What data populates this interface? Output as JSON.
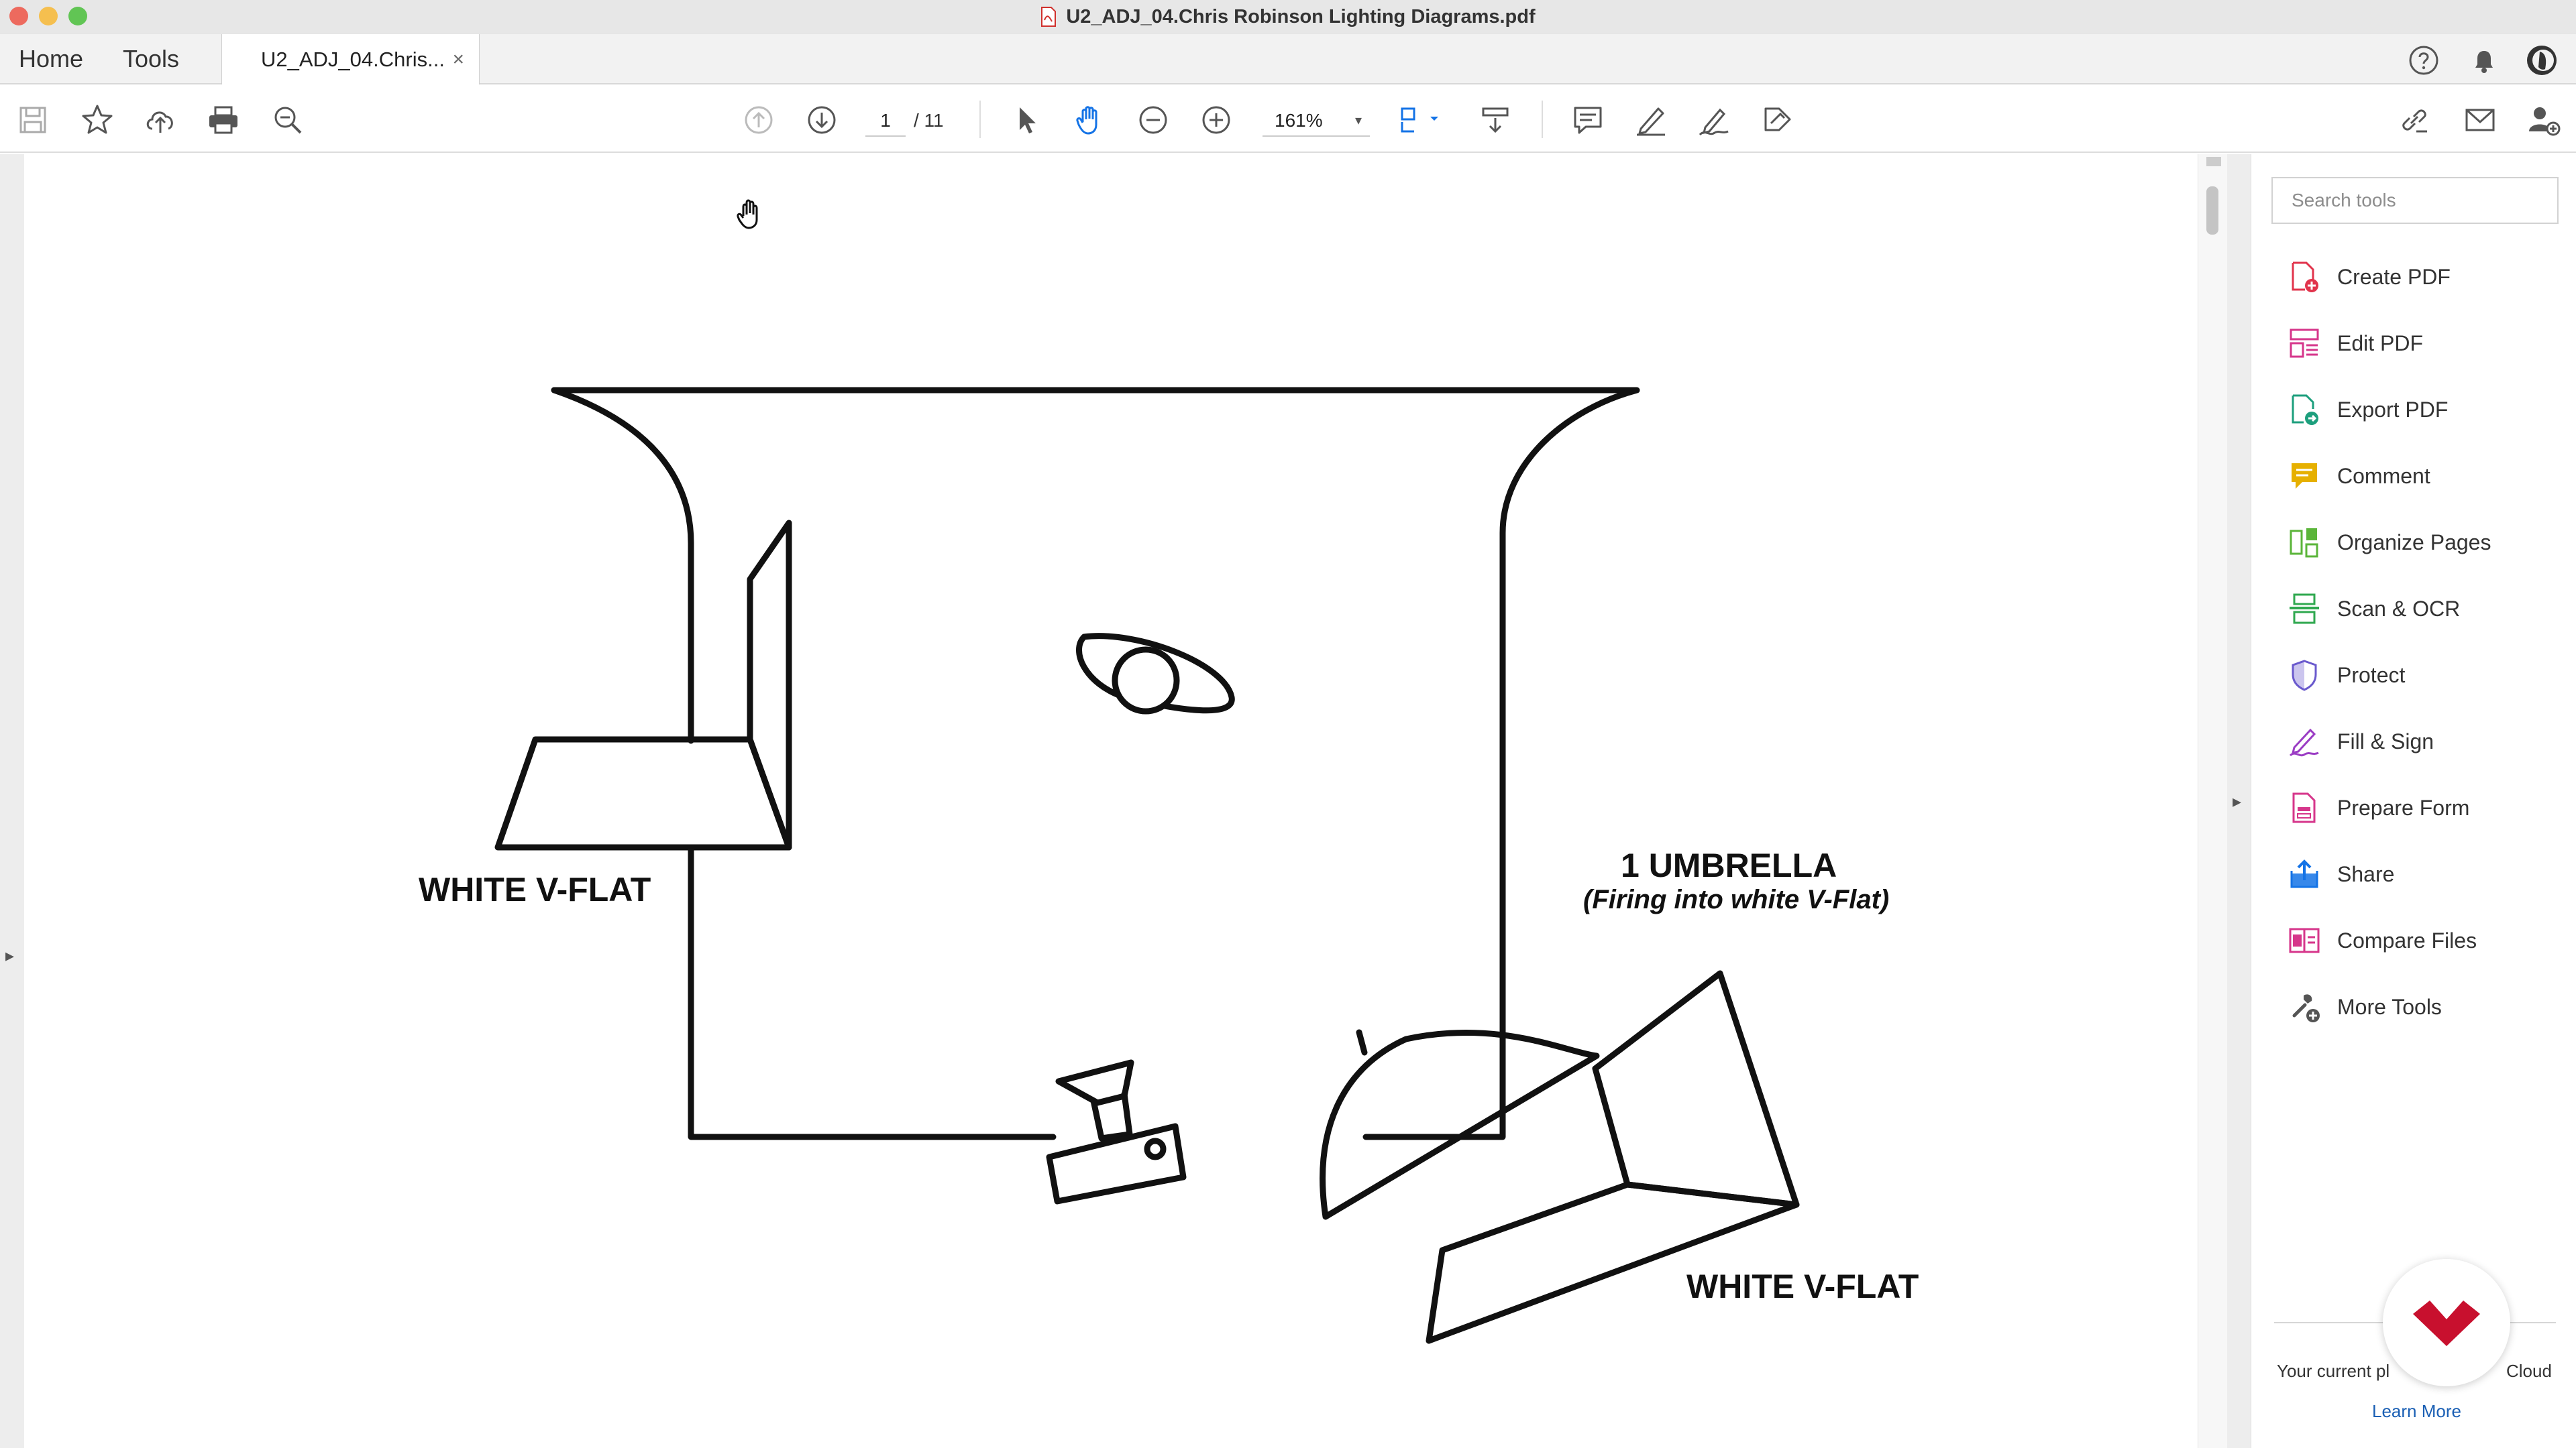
{
  "window": {
    "title": "U2_ADJ_04.Chris Robinson Lighting Diagrams.pdf",
    "traffic_colors": [
      "#ed6a5e",
      "#f5bf4f",
      "#61c554"
    ]
  },
  "tabbar": {
    "home_label": "Home",
    "tools_label": "Tools",
    "doc_tab_label": "U2_ADJ_04.Chris...",
    "close_glyph": "×"
  },
  "toolbar": {
    "icons": [
      "save-icon",
      "bookmark-star-icon",
      "upload-cloud-icon",
      "print-icon",
      "search-zoom-icon",
      "previous-page-icon",
      "next-page-icon",
      "select-arrow-icon",
      "hand-tool-icon",
      "zoom-out-icon",
      "zoom-in-icon",
      "fit-page-icon",
      "scroll-mode-icon",
      "comment-icon",
      "highlight-pen-icon",
      "sign-icon",
      "tags-icon",
      "share-link-icon",
      "email-icon",
      "add-user-icon"
    ],
    "current_page": "1",
    "total_pages": "/ 11",
    "zoom": "161%",
    "zoom_caret": "▾",
    "accent": "#1473e6"
  },
  "diagram": {
    "left_flat_label": "WHITE V-FLAT",
    "umbrella_label": "1 UMBRELLA",
    "umbrella_note": "(Firing into white V-Flat)",
    "right_flat_label": "WHITE V-FLAT"
  },
  "tools_pane": {
    "search_placeholder": "Search tools",
    "items": [
      {
        "label": "Create PDF",
        "icon": "create-pdf-icon",
        "color": "#e1344c"
      },
      {
        "label": "Edit PDF",
        "icon": "edit-pdf-icon",
        "color": "#d6368b"
      },
      {
        "label": "Export PDF",
        "icon": "export-pdf-icon",
        "color": "#1d9f7d"
      },
      {
        "label": "Comment",
        "icon": "comment-tool-icon",
        "color": "#e6b000"
      },
      {
        "label": "Organize Pages",
        "icon": "organize-pages-icon",
        "color": "#5bb53a"
      },
      {
        "label": "Scan & OCR",
        "icon": "scan-ocr-icon",
        "color": "#2fa84f"
      },
      {
        "label": "Protect",
        "icon": "protect-shield-icon",
        "color": "#6a5acd"
      },
      {
        "label": "Fill & Sign",
        "icon": "fill-sign-icon",
        "color": "#9b3dc4"
      },
      {
        "label": "Prepare Form",
        "icon": "prepare-form-icon",
        "color": "#d6368b"
      },
      {
        "label": "Share",
        "icon": "share-tool-icon",
        "color": "#1473e6"
      },
      {
        "label": "Compare Files",
        "icon": "compare-files-icon",
        "color": "#d6368b"
      },
      {
        "label": "More Tools",
        "icon": "more-tools-icon",
        "color": "#555555"
      }
    ],
    "plan_text_left": "Your current pl",
    "plan_text_right": "Cloud",
    "learn_more": "Learn More",
    "badge_color": "#c8102e"
  }
}
